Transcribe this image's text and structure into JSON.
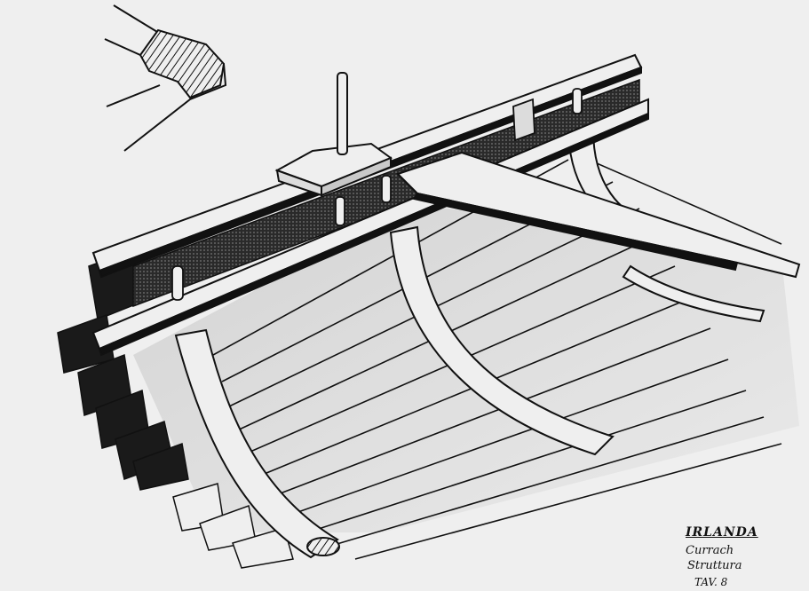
{
  "caption": {
    "title": "IRLANDA",
    "line1": "Currach",
    "line2": "Struttura",
    "plate": "TAV. 8"
  },
  "colors": {
    "paper": "#efefef",
    "ink": "#111111",
    "shade": "#c9c9c9",
    "dark_fill": "#1a1a1a"
  }
}
